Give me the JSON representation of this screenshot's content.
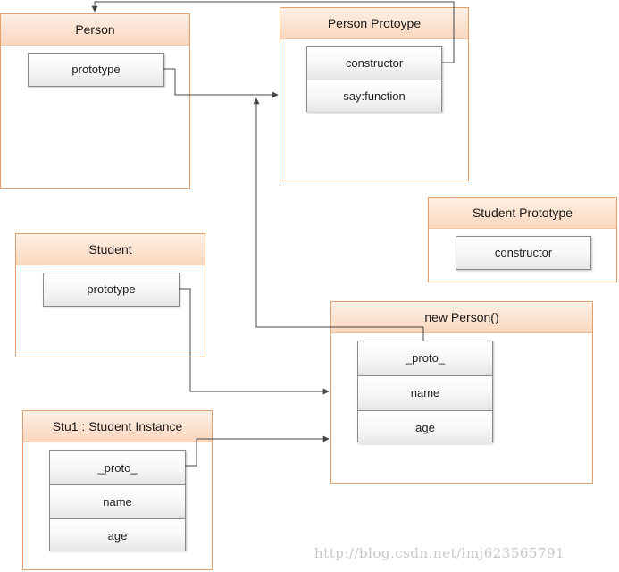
{
  "person": {
    "title": "Person",
    "prototype_label": "prototype"
  },
  "person_prototype": {
    "title": "Person Protoype",
    "rows": [
      "constructor",
      "say:function"
    ]
  },
  "student_prototype": {
    "title": "Student Prototype",
    "constructor_label": "constructor"
  },
  "student": {
    "title": "Student",
    "prototype_label": "prototype"
  },
  "new_person": {
    "title": "new Person()",
    "rows": [
      "_proto_",
      "name",
      "age"
    ]
  },
  "stu1": {
    "title": "Stu1 : Student Instance",
    "rows": [
      "_proto_",
      "name",
      "age"
    ]
  },
  "watermark": "http://blog.csdn.net/lmj623565791",
  "colors": {
    "box_border": "#e4a06a",
    "title_gradient_top": "#fdf0e6",
    "title_gradient_bottom": "#fbd7bd",
    "connector": "#444444"
  }
}
